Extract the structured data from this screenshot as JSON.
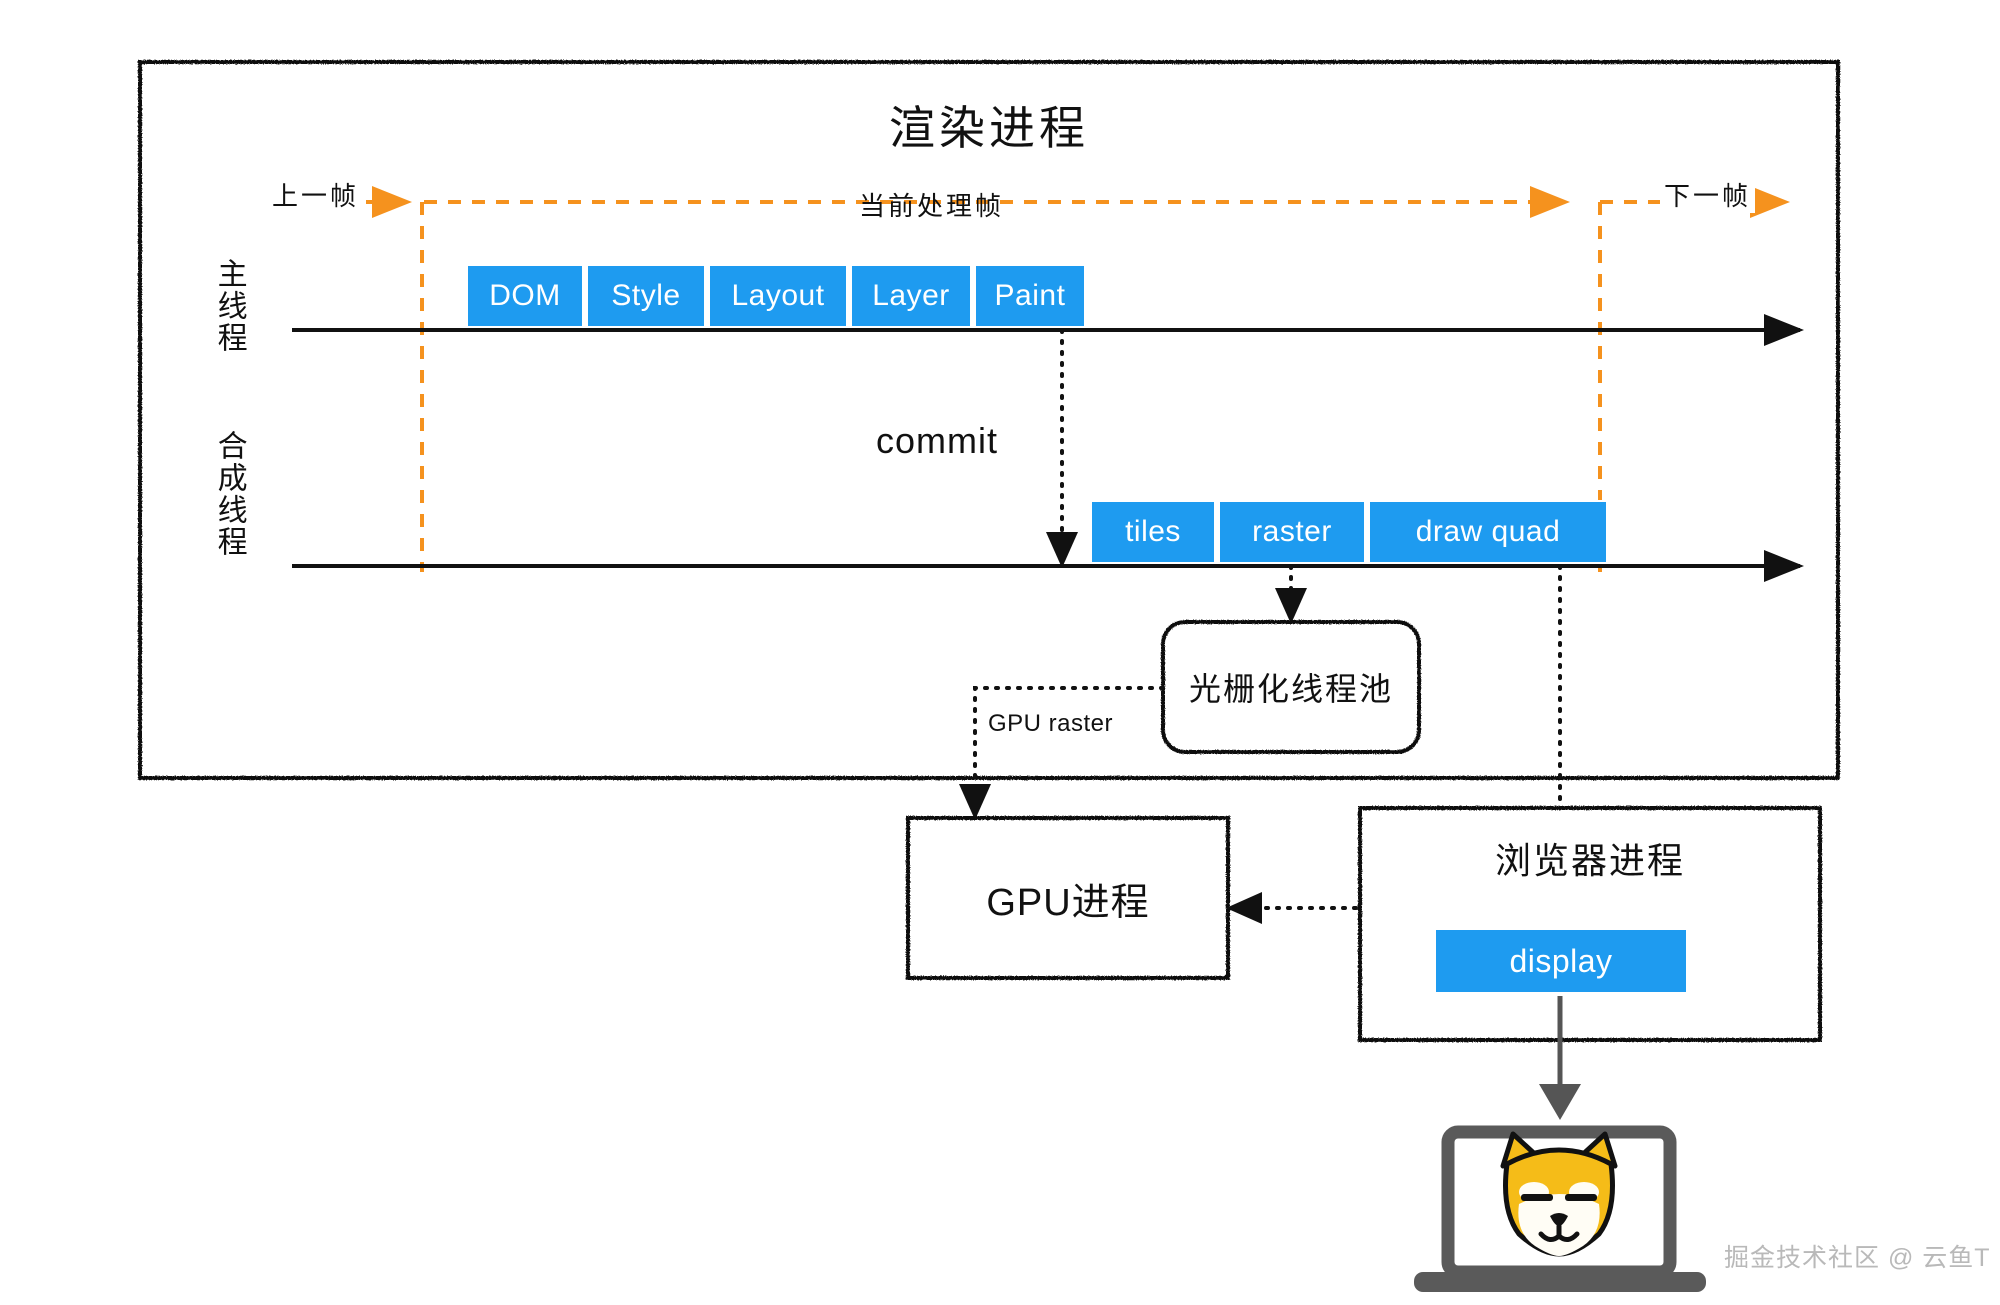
{
  "diagram": {
    "title": "渲染进程",
    "watermark": "掘金技术社区 @ 云鱼T",
    "colors": {
      "accent_blue": "#1e9bf0",
      "timeline_orange": "#f5921e",
      "stroke_black": "#111111",
      "laptop_gray": "#5a5a5a",
      "doge_yellow": "#f5bc18",
      "watermark_gray": "#b9b9b9"
    },
    "frame_markers": {
      "previous_frame": "上一帧",
      "current_frame": "当前处理帧",
      "next_frame": "下一帧"
    },
    "threads": {
      "main": "主线程",
      "compositor": "合成线程"
    },
    "main_thread_steps": [
      {
        "label": "DOM"
      },
      {
        "label": "Style"
      },
      {
        "label": "Layout"
      },
      {
        "label": "Layer"
      },
      {
        "label": "Paint"
      }
    ],
    "compositor_thread_steps": [
      {
        "label": "tiles"
      },
      {
        "label": "raster"
      },
      {
        "label": "draw quad"
      }
    ],
    "connectors": {
      "commit": "commit",
      "gpu_raster": "GPU raster"
    },
    "nodes": {
      "raster_thread_pool": "光栅化线程池",
      "gpu_process": "GPU进程",
      "browser_process": "浏览器进程",
      "display": "display"
    },
    "device": {
      "icon": "laptop-icon",
      "screen_icon": "doge-face-icon"
    }
  }
}
